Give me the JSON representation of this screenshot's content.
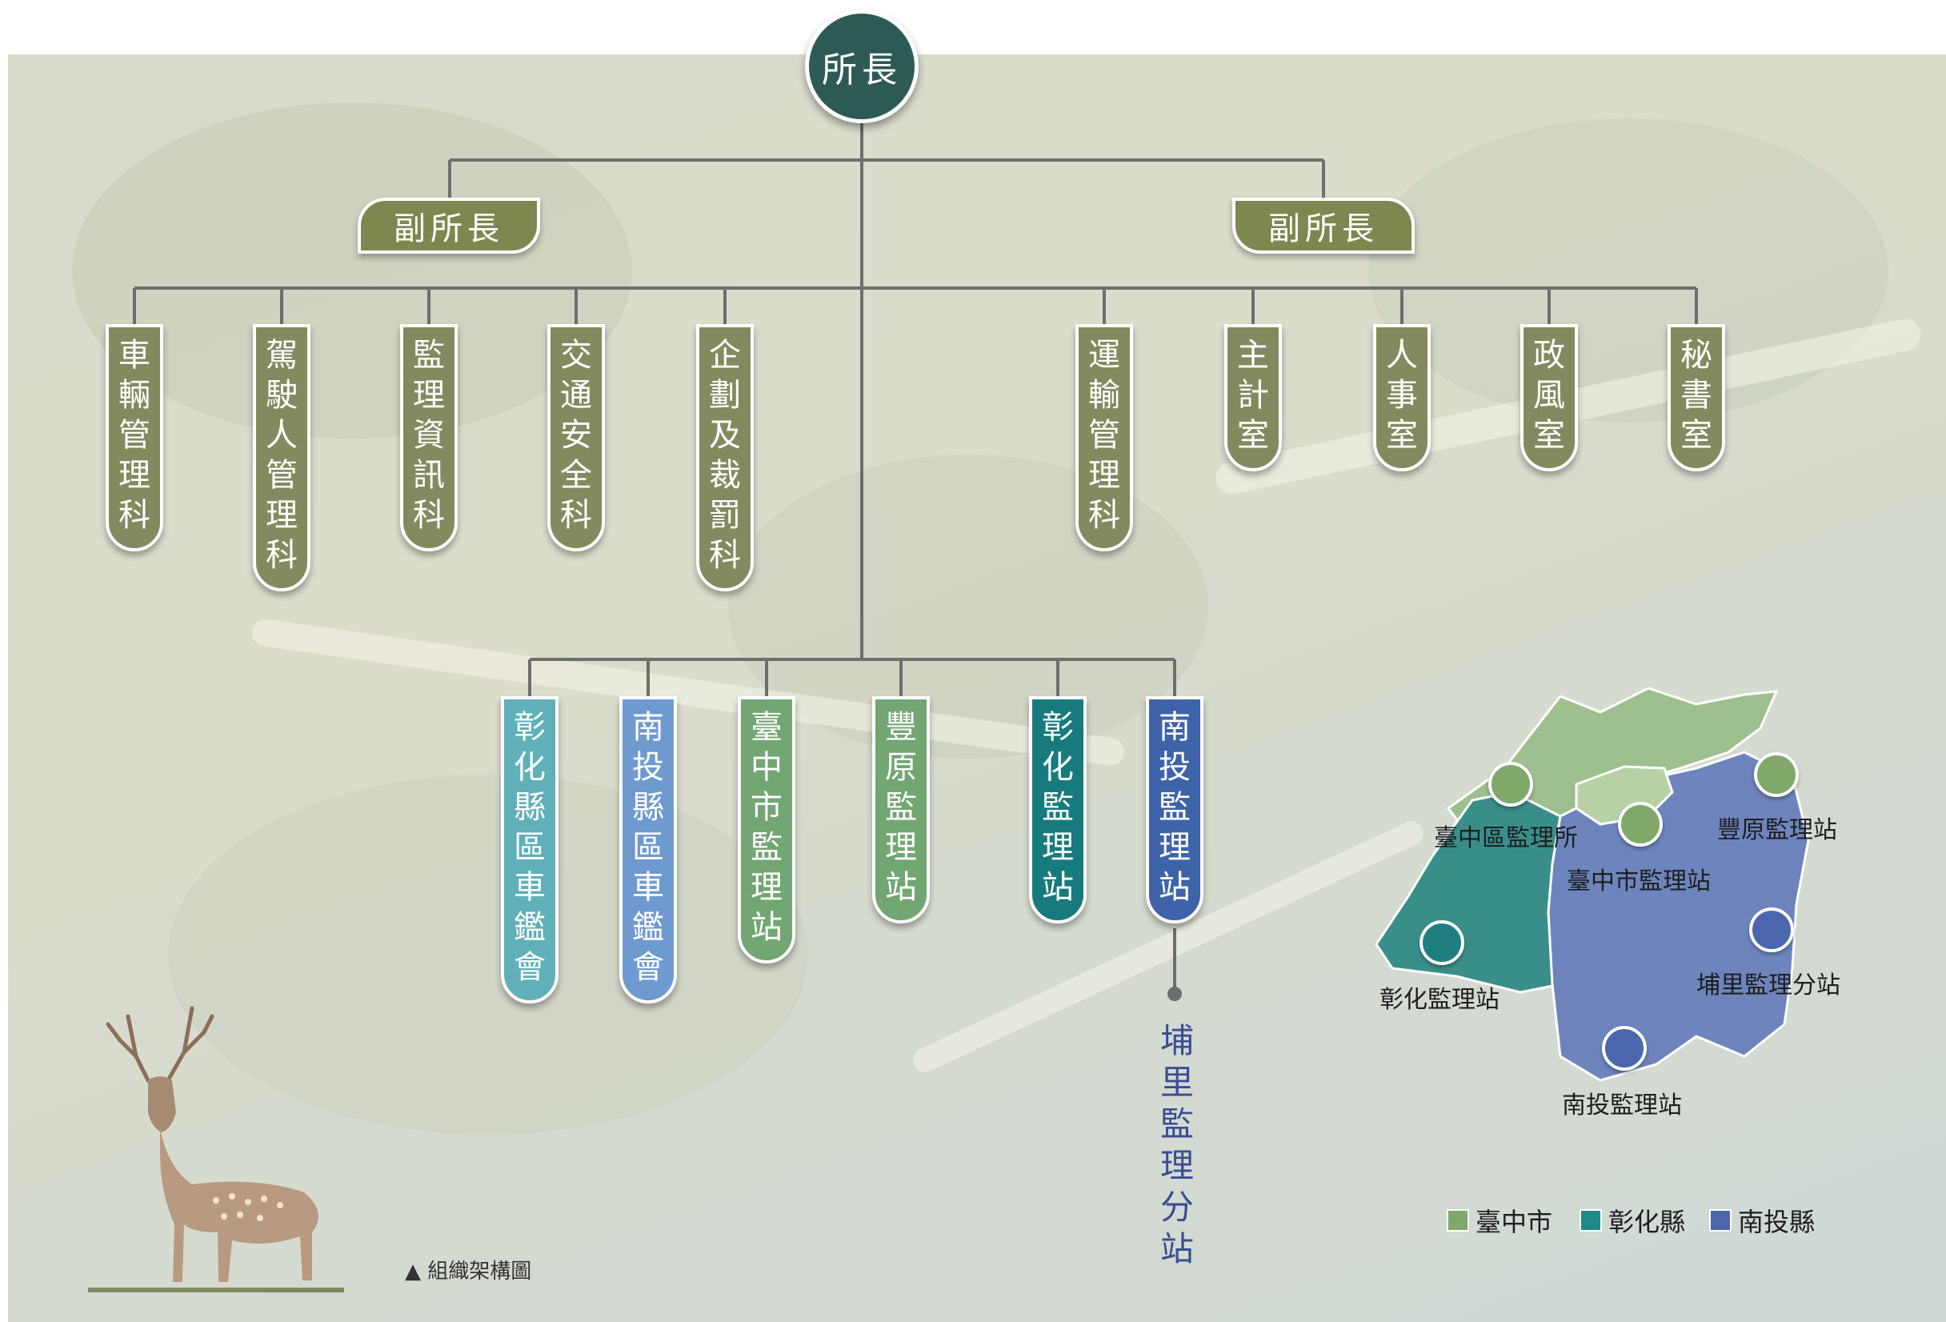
{
  "org": {
    "director": "所長",
    "deputies": [
      "副所長",
      "副所長"
    ],
    "left_sections": [
      "車輛管理科",
      "駕駛人管理科",
      "監理資訊科",
      "交通安全科",
      "企劃及裁罰科"
    ],
    "right_sections": [
      "運輸管理科",
      "主計室",
      "人事室",
      "政風室",
      "秘書室"
    ],
    "stations": [
      {
        "label": "彰化縣區車鑑會",
        "color": "#5fb0b8"
      },
      {
        "label": "南投縣區車鑑會",
        "color": "#6f9ad0"
      },
      {
        "label": "臺中市監理站",
        "color": "#72a672"
      },
      {
        "label": "豐原監理站",
        "color": "#72a672"
      },
      {
        "label": "彰化監理站",
        "color": "#177a7d"
      },
      {
        "label": "南投監理站",
        "color": "#3f63a8"
      }
    ],
    "sub_station": "埔里監理分站"
  },
  "map": {
    "region_colors": {
      "taichung": "#9ebf8e",
      "changhua": "#3a8e8a",
      "nantou": "#6d84bd"
    },
    "offices": [
      {
        "label": "臺中區監理所",
        "color": "#7fa86a"
      },
      {
        "label": "臺中市監理站",
        "color": "#7fa86a"
      },
      {
        "label": "豐原監理站",
        "color": "#7fa86a"
      },
      {
        "label": "彰化監理站",
        "color": "#1f7f80"
      },
      {
        "label": "埔里監理分站",
        "color": "#4c66ae"
      },
      {
        "label": "南投監理站",
        "color": "#4c66ae"
      }
    ],
    "legend": [
      {
        "label": "臺中市",
        "color": "#7fa86a"
      },
      {
        "label": "彰化縣",
        "color": "#1f8a8a"
      },
      {
        "label": "南投縣",
        "color": "#4c66ae"
      }
    ]
  },
  "caption": "▲ 組織架構圖",
  "connector_color": "#6e6e6e",
  "decor": {
    "illustration": "sika-deer"
  }
}
